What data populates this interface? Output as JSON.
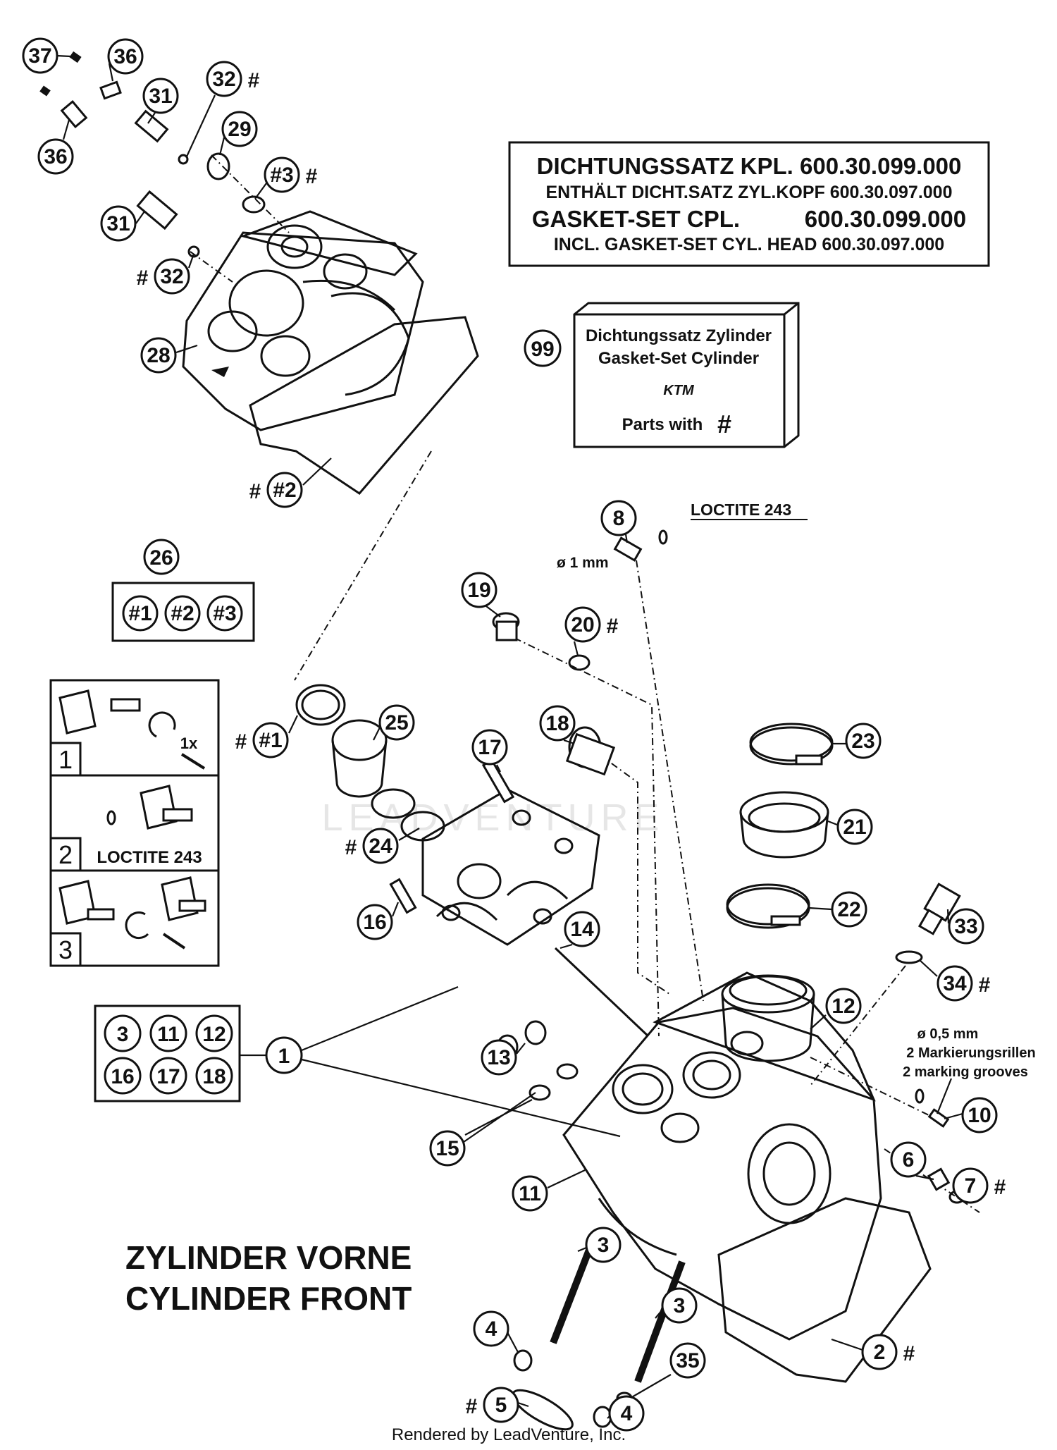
{
  "gasket_box": {
    "line1": "DICHTUNGSSATZ KPL. 600.30.099.000",
    "line2": "ENTHÄLT DICHT.SATZ ZYL.KOPF 600.30.097.000",
    "line3": "GASKET-SET CPL.          600.30.099.000",
    "line4": "INCL. GASKET-SET CYL. HEAD 600.30.097.000"
  },
  "kit_99": {
    "number": "99",
    "line1": "Dichtungssatz Zylinder",
    "line2": "Gasket-Set Cylinder",
    "logo": "KTM",
    "line3": "Parts with",
    "hash": "#"
  },
  "group_26": {
    "number": "26",
    "items": [
      "#1",
      "#2",
      "#3"
    ]
  },
  "group_1": {
    "number": "1",
    "items": [
      "3",
      "11",
      "12",
      "16",
      "17",
      "18"
    ]
  },
  "steps": [
    {
      "num": "1",
      "note": "1x"
    },
    {
      "num": "2",
      "note": "LOCTITE 243"
    },
    {
      "num": "3",
      "note": ""
    }
  ],
  "notes": {
    "loctite_top": "LOCTITE 243",
    "diameter_1": "ø 1 mm",
    "diameter_05": "ø 0,5 mm",
    "grooves_de": "2 Markierungsrillen",
    "grooves_en": "2 marking grooves"
  },
  "title": {
    "de": "ZYLINDER VORNE",
    "en": "CYLINDER FRONT"
  },
  "footer": "Rendered by LeadVenture, Inc.",
  "watermark": "LEADVENTURE",
  "hash_symbol": "#",
  "callouts": [
    {
      "id": "37",
      "label": "37",
      "hash": ""
    },
    {
      "id": "36a",
      "label": "36",
      "hash": ""
    },
    {
      "id": "36b",
      "label": "36",
      "hash": ""
    },
    {
      "id": "31a",
      "label": "31",
      "hash": ""
    },
    {
      "id": "31b",
      "label": "31",
      "hash": ""
    },
    {
      "id": "32a",
      "label": "32",
      "hash": "#"
    },
    {
      "id": "32b",
      "label": "32",
      "hash": "#"
    },
    {
      "id": "29",
      "label": "29",
      "hash": ""
    },
    {
      "id": "h3",
      "label": "#3",
      "hash": "#"
    },
    {
      "id": "28",
      "label": "28",
      "hash": ""
    },
    {
      "id": "h2",
      "label": "#2",
      "hash": "#"
    },
    {
      "id": "h1",
      "label": "#1",
      "hash": "#"
    },
    {
      "id": "25",
      "label": "25",
      "hash": ""
    },
    {
      "id": "24",
      "label": "24",
      "hash": "#"
    },
    {
      "id": "8",
      "label": "8",
      "hash": ""
    },
    {
      "id": "19",
      "label": "19",
      "hash": ""
    },
    {
      "id": "20",
      "label": "20",
      "hash": "#"
    },
    {
      "id": "18",
      "label": "18",
      "hash": ""
    },
    {
      "id": "17",
      "label": "17",
      "hash": ""
    },
    {
      "id": "16",
      "label": "16",
      "hash": ""
    },
    {
      "id": "14",
      "label": "14",
      "hash": ""
    },
    {
      "id": "23",
      "label": "23",
      "hash": ""
    },
    {
      "id": "21",
      "label": "21",
      "hash": ""
    },
    {
      "id": "22",
      "label": "22",
      "hash": ""
    },
    {
      "id": "33",
      "label": "33",
      "hash": ""
    },
    {
      "id": "34",
      "label": "34",
      "hash": "#"
    },
    {
      "id": "12",
      "label": "12",
      "hash": ""
    },
    {
      "id": "13",
      "label": "13",
      "hash": ""
    },
    {
      "id": "15",
      "label": "15",
      "hash": ""
    },
    {
      "id": "11",
      "label": "11",
      "hash": ""
    },
    {
      "id": "10",
      "label": "10",
      "hash": ""
    },
    {
      "id": "6",
      "label": "6",
      "hash": ""
    },
    {
      "id": "7",
      "label": "7",
      "hash": "#"
    },
    {
      "id": "3a",
      "label": "3",
      "hash": ""
    },
    {
      "id": "3b",
      "label": "3",
      "hash": ""
    },
    {
      "id": "4a",
      "label": "4",
      "hash": ""
    },
    {
      "id": "4b",
      "label": "4",
      "hash": ""
    },
    {
      "id": "35",
      "label": "35",
      "hash": ""
    },
    {
      "id": "5",
      "label": "5",
      "hash": "#"
    },
    {
      "id": "2",
      "label": "2",
      "hash": "#"
    }
  ]
}
